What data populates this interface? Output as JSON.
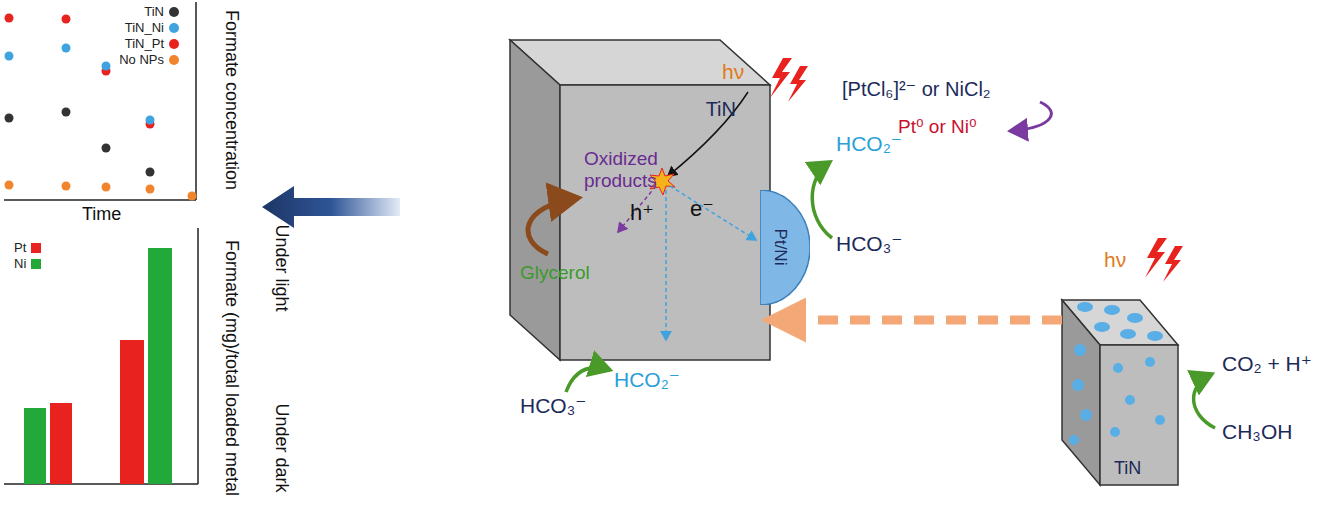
{
  "diagram": {
    "nodes": [
      {
        "text": [
          "TiN"
        ]
      },
      {
        "text": [
          "Pt/Ni"
        ]
      },
      {
        "text": [
          "TiN"
        ]
      }
    ],
    "edges": [
      {
        "from": 2,
        "to": 0,
        "arrow": "to"
      }
    ],
    "labels": [
      "Formate concentration",
      "Time",
      "Formate (mg)/total loaded metal",
      "Under light",
      "Under dark",
      "Oxidized products",
      "Glycerol",
      "e⁻",
      "h⁺",
      "hν",
      "HCO₂⁻",
      "HCO₃⁻",
      "HCO₂⁻",
      "HCO₃⁻",
      "[PtCl₆]²⁻ or NiCl₂",
      "Pt⁰ or Ni⁰",
      "hν",
      "CH₃OH",
      "CO₂ + H⁺"
    ],
    "legend": [
      {
        "text": "TiN",
        "color": "#333333"
      },
      {
        "text": "TiN_Ni",
        "color": "#3fa3e0"
      },
      {
        "text": "TiN_Pt",
        "color": "#e8231f"
      },
      {
        "text": "No NPs",
        "color": "#f0852d"
      },
      {
        "text": "Pt",
        "color": "#e8231f"
      },
      {
        "text": "Ni",
        "color": "#23a83a"
      }
    ]
  }
}
